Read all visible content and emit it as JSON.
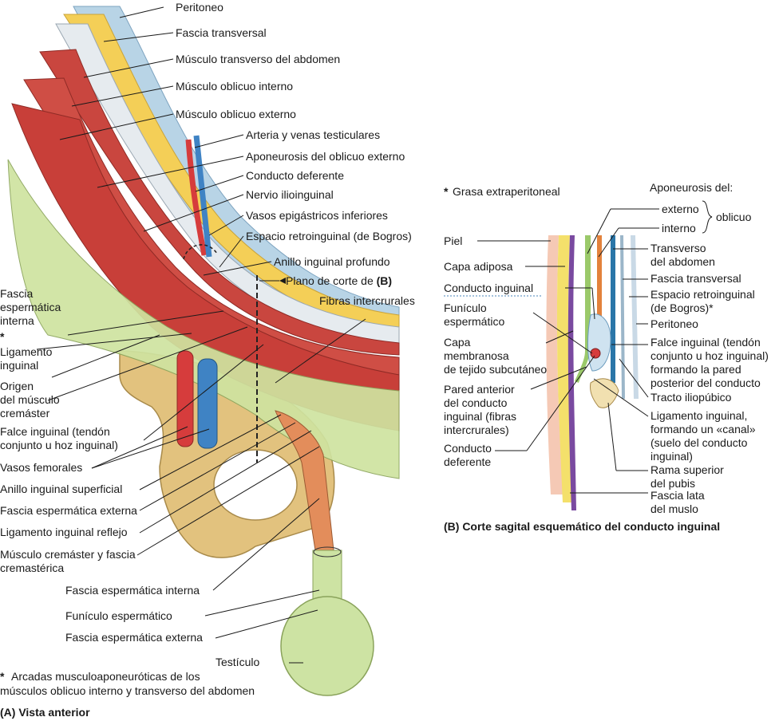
{
  "panel_a": {
    "caption": "(A) Vista anterior",
    "footnote_star": "*",
    "footnote_line1": "Arcadas musculoaponeuróticas de los",
    "footnote_line2": "músculos oblicuo interno y transverso del abdomen",
    "labels": {
      "peritoneo": "Peritoneo",
      "fascia_transversal": "Fascia transversal",
      "transverso": "Músculo transverso del abdomen",
      "oblicuo_interno": "Músculo oblicuo interno",
      "oblicuo_externo": "Músculo oblicuo externo",
      "arteria_venas": "Arteria y venas testiculares",
      "aponeurosis_oe": "Aponeurosis del oblicuo externo",
      "conducto_deferente": "Conducto deferente",
      "nervio": "Nervio ilioinguinal",
      "vasos_epi": "Vasos epigástricos inferiores",
      "espacio_retro": "Espacio retroinguinal (de Bogros)",
      "anillo_profundo": "Anillo inguinal profundo",
      "plano_corte": "Plano de corte de",
      "plano_corte_b": "(B)",
      "fibras": "Fibras intercrurales",
      "fascia_esp_int_1": "Fascia",
      "fascia_esp_int_2": "espermática",
      "fascia_esp_int_3": "interna",
      "star": "*",
      "ligamento_1": "Ligamento",
      "ligamento_2": "inguinal",
      "origen_1": "Origen",
      "origen_2": "del músculo",
      "origen_3": "cremáster",
      "falce_1": "Falce inguinal (tendón",
      "falce_2": "conjunto u hoz inguinal)",
      "vasos_femorales": "Vasos femorales",
      "anillo_superficial": "Anillo inguinal superficial",
      "fascia_esp_ext": "Fascia espermática externa",
      "lig_reflejo": "Ligamento inguinal reflejo",
      "cremaster_1": "Músculo cremáster y fascia",
      "cremaster_2": "cremastérica",
      "fascia_esp_int_b": "Fascia espermática interna",
      "funiculo": "Funículo espermático",
      "fascia_esp_ext_b": "Fascia espermática externa",
      "testiculo": "Testículo"
    }
  },
  "panel_b": {
    "caption": "(B) Corte sagital esquemático del conducto inguinal",
    "labels": {
      "grasa_star": "*",
      "grasa": "Grasa extraperitoneal",
      "aponeurosis_del": "Aponeurosis del:",
      "externo": "externo",
      "interno": "interno",
      "oblicuo": "oblicuo",
      "piel": "Piel",
      "capa_adiposa": "Capa adiposa",
      "conducto_inguinal": "Conducto inguinal",
      "funiculo_1": "Funículo",
      "funiculo_2": "espermático",
      "capa_1": "Capa",
      "capa_2": "membranosa",
      "capa_3": "de tejido subcutáneo",
      "pared_1": "Pared anterior",
      "pared_2": "del conducto",
      "pared_3": "inguinal (fibras",
      "pared_4": "intercrurales)",
      "conducto_def_1": "Conducto",
      "conducto_def_2": "deferente",
      "transverso_1": "Transverso",
      "transverso_2": "del abdomen",
      "fascia_transversal": "Fascia transversal",
      "espacio_1": "Espacio retroinguinal",
      "espacio_2": "(de Bogros)*",
      "peritoneo": "Peritoneo",
      "falce_1": "Falce inguinal (tendón",
      "falce_2": "conjunto u hoz inguinal)",
      "falce_3": "formando la pared",
      "falce_4": "posterior del conducto",
      "tracto": "Tracto iliopúbico",
      "lig_1": "Ligamento inguinal,",
      "lig_2": "formando un «canal»",
      "lig_3": "(suelo del conducto",
      "lig_4": "inguinal)",
      "rama_1": "Rama superior",
      "rama_2": "del pubis",
      "fascia_lata_1": "Fascia lata",
      "fascia_lata_2": "del muslo"
    }
  },
  "colors": {
    "muscle": "#c9463f",
    "aponeurosis": "#cfe3a0",
    "fat": "#f4cf57",
    "fascia": "#dfe5ea",
    "peritoneum": "#b8d4e6",
    "bone": "#e2c27e",
    "artery": "#d63c3c",
    "vein": "#3f83c4",
    "skin": "#f5c9b5",
    "spermatic_cord": "#cde3a3"
  }
}
